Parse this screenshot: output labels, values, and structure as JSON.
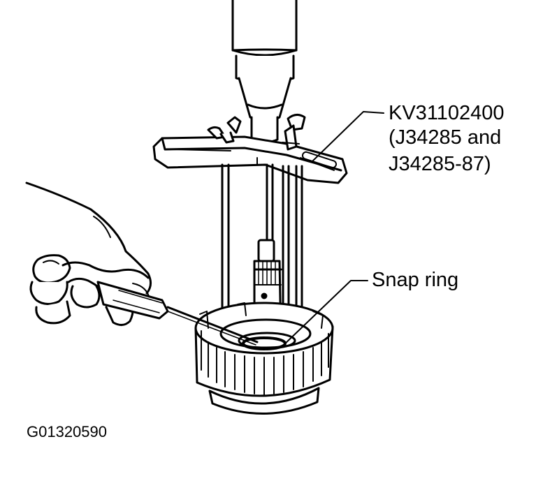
{
  "labels": {
    "tool_line1": "KV31102400",
    "tool_line2": "(J34285 and",
    "tool_line3": "J34285-87)",
    "snap_ring": "Snap ring",
    "figure_id": "G01320590"
  },
  "colors": {
    "ink": "#000000",
    "paper": "#ffffff"
  }
}
